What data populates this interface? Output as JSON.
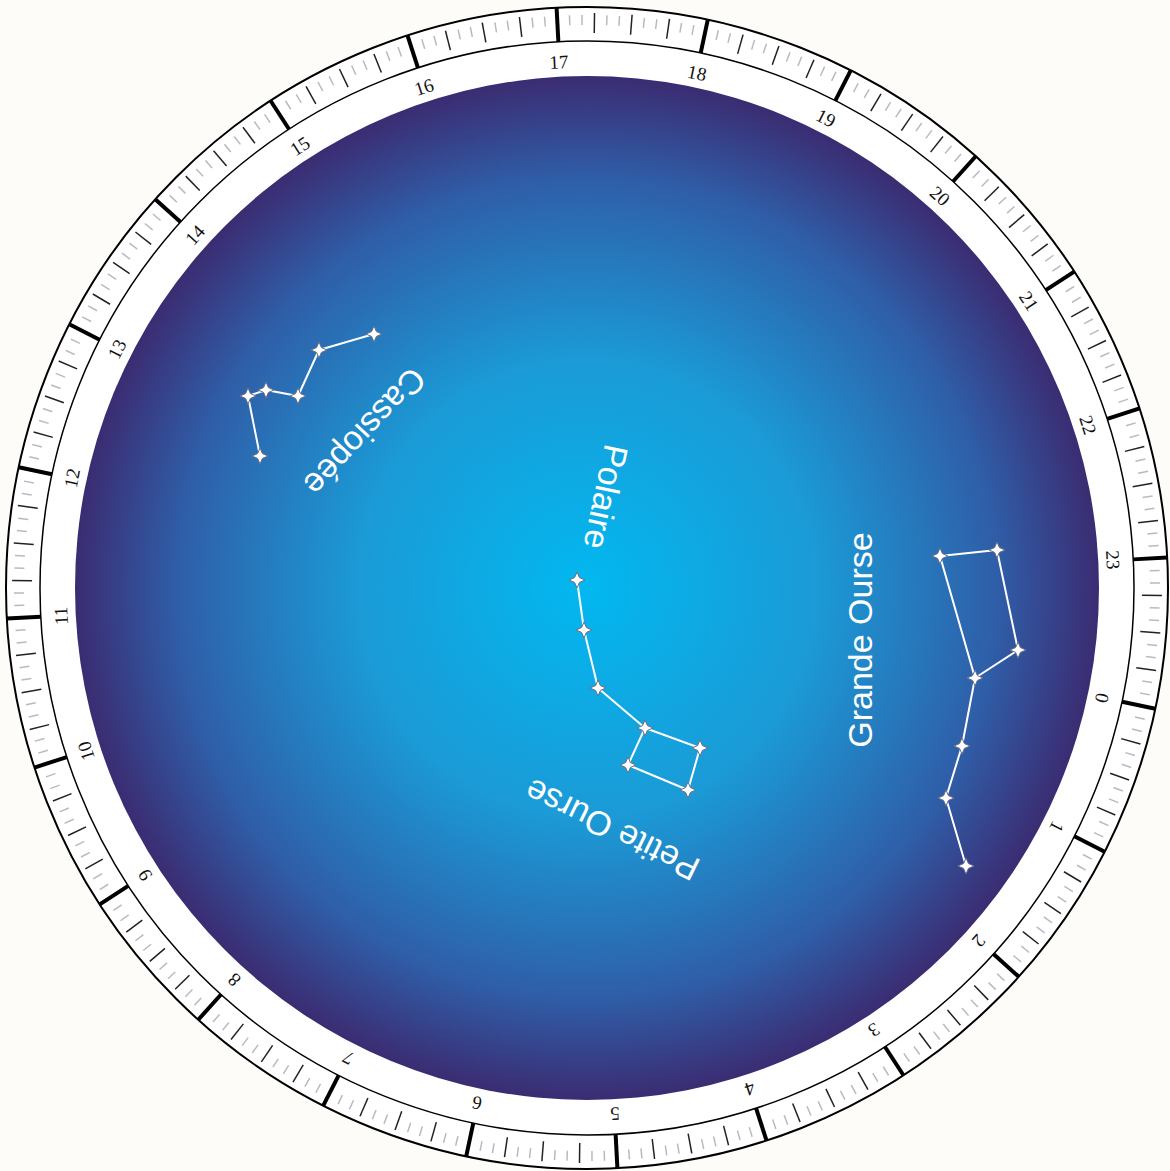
{
  "diagram": {
    "labels": [
      "0",
      "1",
      "2",
      "3",
      "4",
      "5",
      "6",
      "7",
      "8",
      "9",
      "10",
      "11",
      "12",
      "13",
      "14",
      "15",
      "16",
      "17",
      "18",
      "19",
      "20",
      "21",
      "22",
      "23",
      "Cassiopée",
      "Polaire",
      "Petite Ourse",
      "Grande Ourse"
    ]
  }
}
